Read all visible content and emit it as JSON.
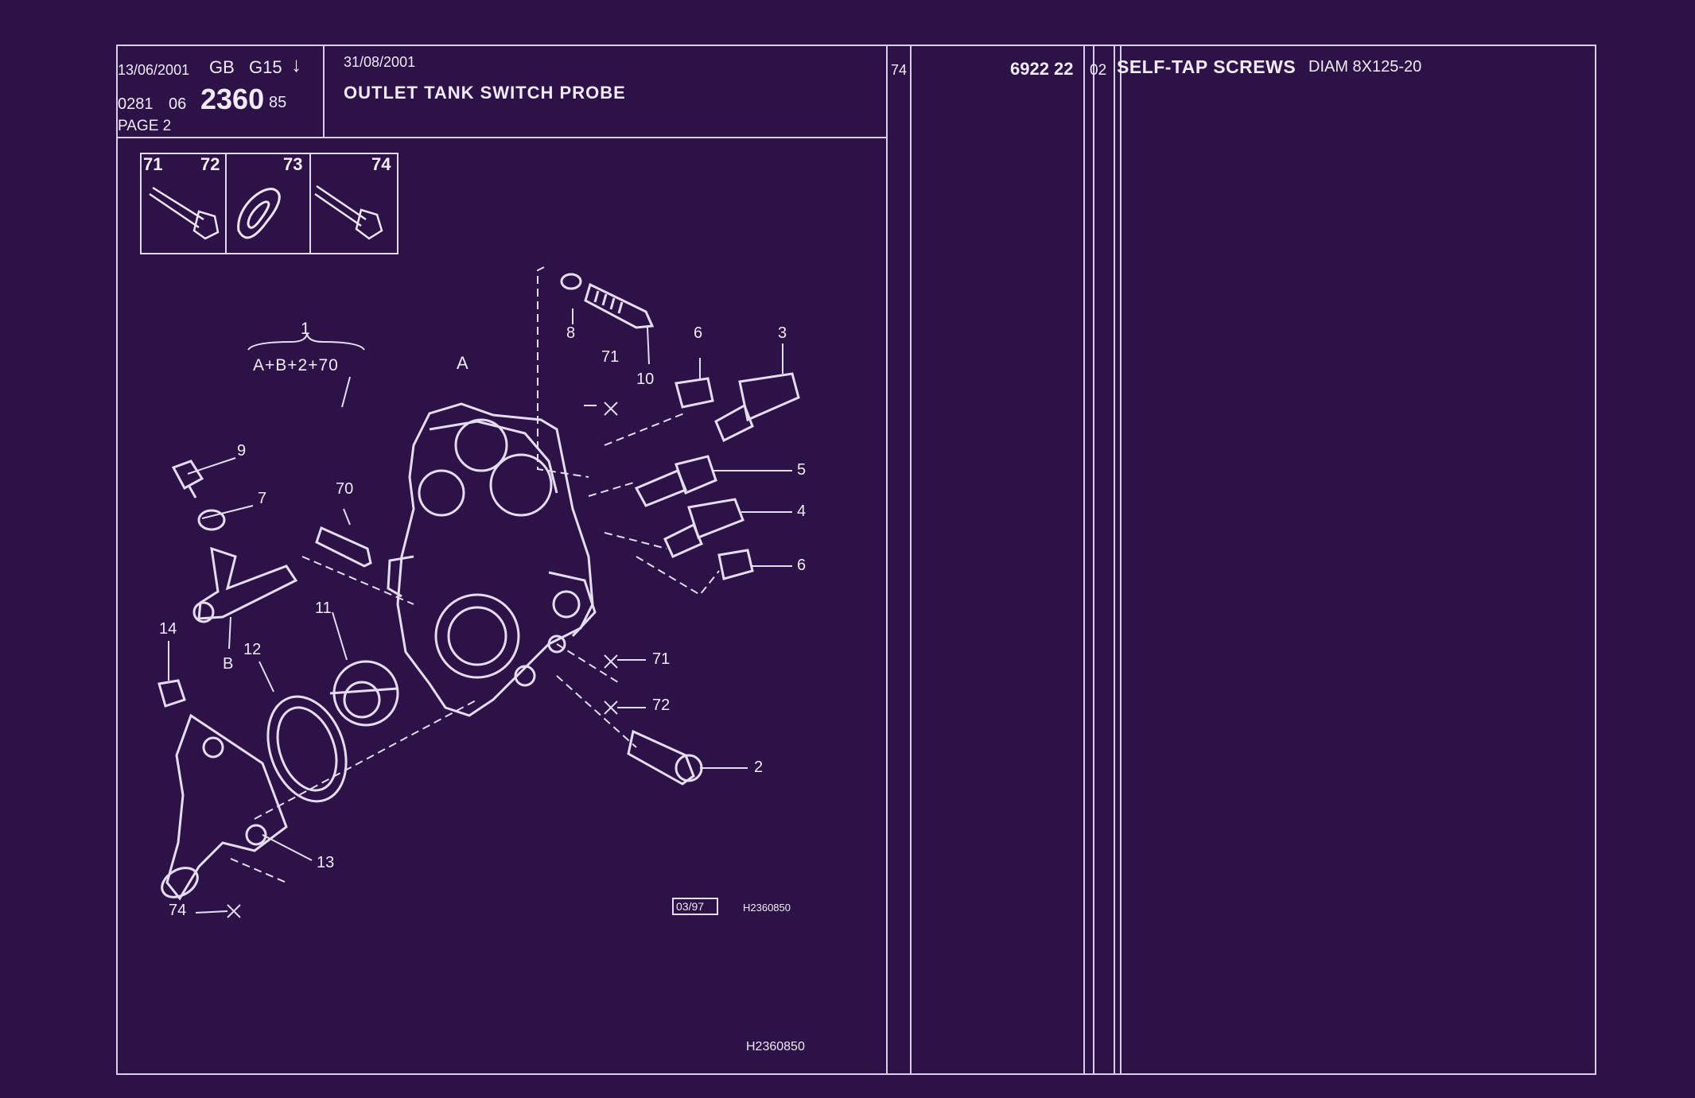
{
  "header": {
    "date_left": "13/06/2001",
    "lang": "GB",
    "code": "G15",
    "arrow": "↓",
    "ref_prefix": "0281",
    "ref_mid": "06",
    "ref_main": "2360",
    "ref_suffix": "85",
    "page": "PAGE 2",
    "date_right": "31/08/2001",
    "title": "OUTLET TANK SWITCH PROBE"
  },
  "thumbnails": {
    "n71": "71",
    "n72": "72",
    "n73": "73",
    "n74": "74"
  },
  "diagram": {
    "assembly_num": "1",
    "assembly_formula": "A+B+2+70",
    "labels": {
      "A": "A",
      "B": "B",
      "n2": "2",
      "n3": "3",
      "n4": "4",
      "n5": "5",
      "n6a": "6",
      "n6b": "6",
      "n7": "7",
      "n8": "8",
      "n9": "9",
      "n10": "10",
      "n11": "11",
      "n12": "12",
      "n13": "13",
      "n14": "14",
      "n70": "70",
      "n71a": "71",
      "n71b": "71",
      "n72": "72",
      "n74": "74"
    },
    "date_box": "03/97",
    "ref_small": "H2360850",
    "ref_bottom": "H2360850"
  },
  "parts_table": {
    "row_ref": "74",
    "part_number": "6922 22",
    "qty": "02",
    "description_main": "SELF-TAP SCREWS",
    "description_detail": "DIAM 8X125-20"
  },
  "colors": {
    "background": "#2c1246",
    "line": "#d9cdea",
    "text": "#f2eaf8"
  }
}
